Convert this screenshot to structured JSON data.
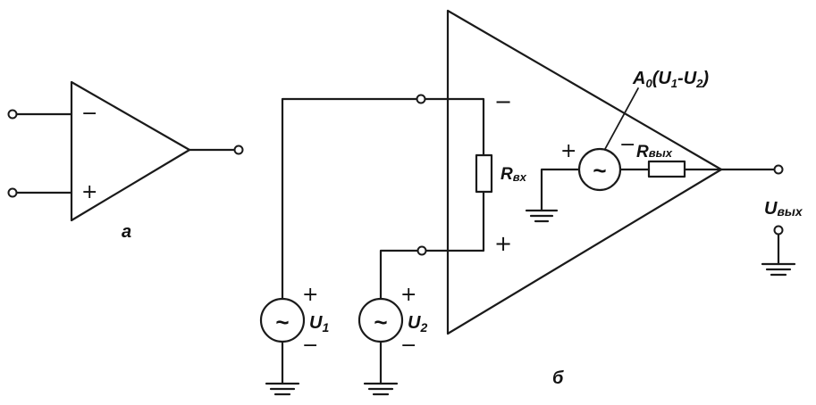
{
  "figure_a": {
    "minus": "−",
    "plus": "+",
    "caption": "а"
  },
  "figure_b": {
    "caption": "б",
    "inverting_sign": "−",
    "noninverting_sign": "+",
    "r_in": {
      "main": "R",
      "sub": "вх"
    },
    "source_u1": {
      "symbol": "~",
      "main": "U",
      "sub": "1",
      "plus": "+",
      "minus": "−"
    },
    "source_u2": {
      "symbol": "~",
      "main": "U",
      "sub": "2",
      "plus": "+",
      "minus": "−"
    },
    "internal_source": {
      "symbol": "~",
      "plus": "+",
      "minus": "−"
    },
    "gain_expr": {
      "a": "A",
      "a_sub": "0",
      "open": "(U",
      "u1_sub": "1",
      "dash": "-U",
      "u2_sub": "2",
      "close": ")"
    },
    "r_out": {
      "main": "R",
      "sub": "вых"
    },
    "u_out": {
      "main": "U",
      "sub": "вых"
    }
  }
}
